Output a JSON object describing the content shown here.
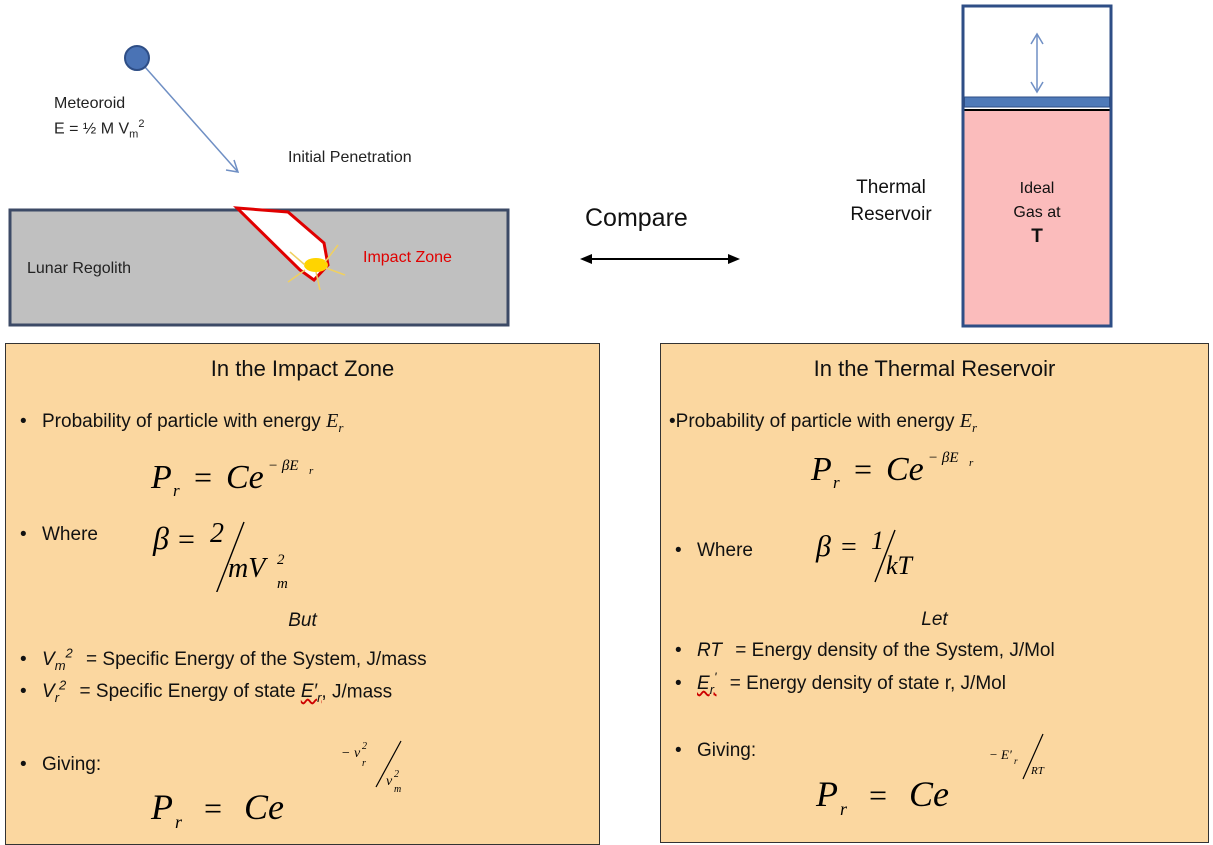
{
  "diagram": {
    "meteoroid": {
      "label": "Meteoroid",
      "energy": "E = ½ M V",
      "energy_sub": "m",
      "energy_sup": "2"
    },
    "penetration_label": "Initial Penetration",
    "regolith_label": "Lunar Regolith",
    "impact_zone_label": "Impact Zone",
    "compare_label": "Compare",
    "thermal_reservoir_label": [
      "Thermal",
      "Reservoir"
    ],
    "gas_label": [
      "Ideal",
      "Gas at",
      "T"
    ],
    "colors": {
      "regolith": "#c0c0c0",
      "impact_outline": "#e00000",
      "impact_text": "#e00000",
      "meteoroid": "#4a73b5",
      "gas": "#fbbcbc",
      "panel": "#fbd7a0",
      "cylinder_border": "#2e4e86"
    }
  },
  "left_panel": {
    "title": "In the Impact Zone",
    "bullet1": "Probability of particle with energy",
    "bullet1_var": "E",
    "bullet1_var_sub": "r",
    "where": "Where",
    "but": "But",
    "def1_var": "V",
    "def1_sub": "m",
    "def1_sup": "2",
    "def1_text": "=   Specific Energy of the System, J/mass",
    "def2_var": "V",
    "def2_sub": "r",
    "def2_sup": "2",
    "def2_text": "=   Specific Energy of state",
    "def2_state": "E′",
    "def2_state_sub": "r",
    "def2_unit": ", J/mass",
    "giving": "Giving:"
  },
  "right_panel": {
    "title": "In the Thermal Reservoir",
    "bullet1": "Probability of particle with energy",
    "bullet1_var": "E",
    "bullet1_var_sub": "r",
    "where": "Where",
    "let": "Let",
    "def1_var": "RT",
    "def1_text": "=   Energy density of the System, J/Mol",
    "def2_var": "E",
    "def2_sub": "r",
    "def2_sup": "'",
    "def2_text": "=   Energy density of state r, J/Mol",
    "giving": "Giving:"
  }
}
